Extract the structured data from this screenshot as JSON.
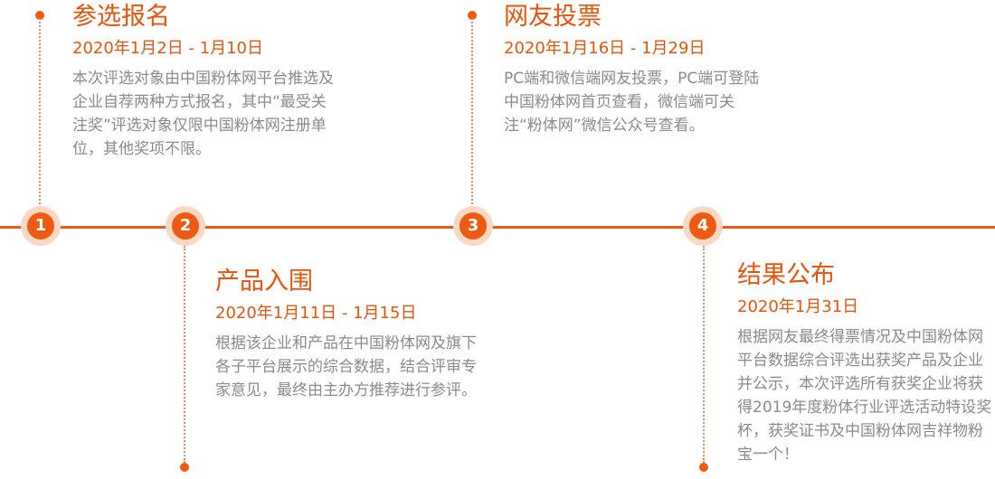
{
  "steps": [
    {
      "number": "1",
      "title": "参选报名",
      "date": "2020年1月2日 - 1月10日",
      "desc": "本次评选对象由中国粉体网平台推选及企业自荐两种方式报名，其中“最受关注奖”评选对象仅限中国粉体网注册单位，其他奖项不限。"
    },
    {
      "number": "2",
      "title": "产品入围",
      "date": "2020年1月11日 - 1月15日",
      "desc": "根据该企业和产品在中国粉体网及旗下各子平台展示的综合数据，结合评审专家意见，最终由主办方推荐进行参评。"
    },
    {
      "number": "3",
      "title": "网友投票",
      "date": "2020年1月16日 - 1月29日",
      "desc": "PC端和微信端网友投票，PC端可登陆中国粉体网首页查看，微信端可关注“粉体网”微信公众号查看。"
    },
    {
      "number": "4",
      "title": "结果公布",
      "date": "2020年1月31日",
      "desc": "根据网友最终得票情况及中国粉体网平台数据综合评选出获奖产品及企业并公示，本次评选所有获奖企业将获得2019年度粉体行业评选活动特设奖杯，获奖证书及中国粉体网吉祥物粉宝一个！"
    }
  ],
  "colors": {
    "accent": "#ee5a11",
    "node_ring": "#fbd8c4",
    "text_gray": "#8a8a8a"
  }
}
